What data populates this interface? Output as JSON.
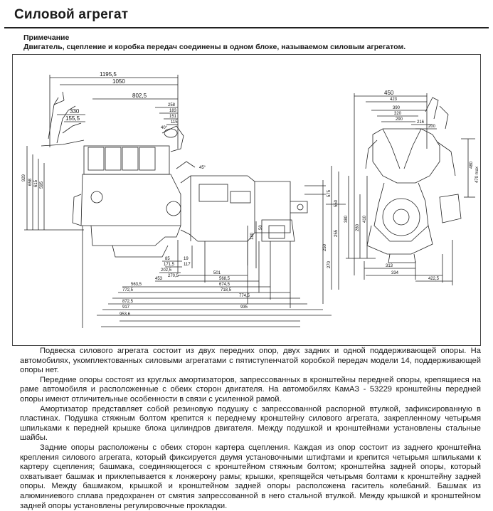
{
  "title": "Силовой агрегат",
  "note": {
    "heading": "Примечание",
    "text": "Двигатель, сцепление и коробка передач соединены в одном блоке, называемом силовым агрегатом."
  },
  "figure": {
    "side_view": {
      "top_dims": [
        "1195,5",
        "1050",
        "802,5",
        "258",
        "183",
        "151",
        "115",
        "330",
        "155,5"
      ],
      "angles": [
        "40°",
        "45°"
      ],
      "vertical_dims": [
        "929",
        "658",
        "615",
        "595"
      ],
      "small_dims": [
        "85",
        "19",
        "117",
        "171,5",
        "202,5",
        "270,5",
        "180",
        "50"
      ],
      "bottom_dims": [
        "501",
        "453",
        "568,5",
        "563,5",
        "674,5",
        "718,5",
        "772,5",
        "774,5",
        "872,5",
        "935",
        "917",
        "953,6"
      ],
      "right_vertical_dims": [
        "575",
        "550",
        "270",
        "255",
        "250"
      ]
    },
    "front_view": {
      "top_dims": [
        "450",
        "423",
        "390",
        "320",
        "290",
        "216",
        "200"
      ],
      "right_dims": [
        "480",
        "470 max"
      ],
      "left_dims": [
        "380",
        "280",
        "410"
      ],
      "bottom_dims": [
        "313",
        "334",
        "422,5"
      ]
    }
  },
  "paragraphs": [
    "Подвеска силового агрегата состоит из двух передних опор, двух задних и одной поддерживающей опоры. На автомобилях, укомплектованных силовыми агрегатами с пятиступенчатой коробкой передач модели 14, поддерживающей опоры нет.",
    "Передние опоры состоят из круглых амортизаторов, запрессованных в кронштейны передней опоры, крепящиеся на раме автомобиля и расположенные с обеих сторон двигателя. На автомобилях КамАЗ - 53229 кронштейны передней опоры имеют отличительные особенности в связи с усиленной рамой.",
    "Амортизатор представляет собой резиновую подушку с запрессованной распорной втулкой, зафиксированную в пластинах. Подушка стяжным болтом крепится к переднему кронштейну силового агрегата, закрепленному четырьмя шпильками к передней крышке блока цилиндров двигателя. Между подушкой и кронштейнами установлены стальные шайбы.",
    "Задние опоры расположены с обеих сторон картера сцепления. Каждая из опор состоит из заднего кронштейна крепления силового агрегата, который фиксируется двумя установочными штифтами и крепится четырьмя шпильками к картеру сцепления; башмака, соединяющегося с кронштейном стяжным болтом; кронштейна задней опоры, который охватывает башмак и приклепывается к лонжерону рамы; крышки, крепящейся четырьмя болтами к кронштейну задней опоры. Между башмаком, крышкой и кронштейном задней опоры расположена гаситель колебаний. Башмак из алюминиевого сплава предохранен от смятия запрессованной в него стальной втулкой. Между крышкой и кронштейном задней опоры установлены регулировочные прокладки."
  ]
}
